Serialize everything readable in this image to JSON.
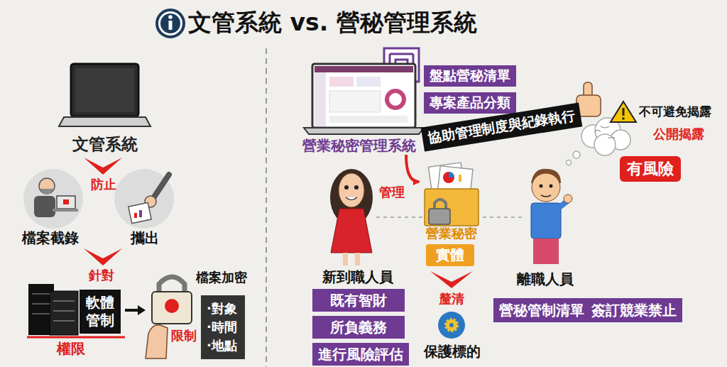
{
  "diagram": {
    "title": "文管系統 vs. 營秘管理系統",
    "nodes": [
      {
        "text": [
          "文管系統"
        ]
      },
      {
        "text": [
          "軟體管制"
        ]
      },
      {
        "text": [
          "·對象 ·時間 ·地點"
        ]
      },
      {
        "text": [
          "盤點營秘清單"
        ]
      },
      {
        "text": [
          "專案產品分類"
        ]
      },
      {
        "text": [
          "營業秘密管理系統"
        ]
      },
      {
        "text": [
          "協助管理制度與紀錄執行"
        ]
      },
      {
        "text": [
          "有風險"
        ]
      },
      {
        "text": [
          "營業秘密"
        ]
      },
      {
        "text": [
          "實體"
        ]
      },
      {
        "text": [
          "既有智財"
        ]
      },
      {
        "text": [
          "所負義務"
        ]
      },
      {
        "text": [
          "進行風險評估"
        ]
      },
      {
        "text": [
          "營秘管制清單"
        ]
      },
      {
        "text": [
          "簽訂競業禁止"
        ]
      }
    ],
    "edges": [
      {
        "from": 5,
        "to": 8,
        "label": "管理",
        "arrow": "to"
      }
    ],
    "labels": [
      "防止",
      "檔案截錄",
      "攜出",
      "針對",
      "權限",
      "檔案加密",
      "限制",
      "不可避免揭露",
      "公開揭露",
      "釐清",
      "保護標的",
      "新到職人員",
      "離職人員"
    ]
  }
}
